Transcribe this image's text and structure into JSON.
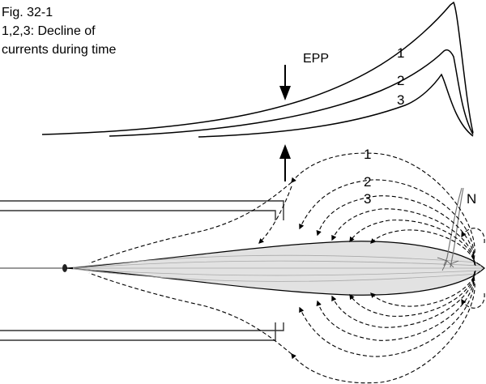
{
  "figure": {
    "caption_lines": [
      "Fig. 32-1",
      "1,2,3: Decline of",
      "currents during time"
    ],
    "epp_label": "EPP",
    "trace_labels": [
      "1",
      "2",
      "3"
    ],
    "field_labels": [
      "1",
      "2",
      "3"
    ],
    "nerve_label": "N"
  },
  "colors": {
    "ink": "#000000",
    "fiber_fill": "#e2e2e2",
    "fiber_lines": "#a9a9a9",
    "wall": "#333333"
  },
  "icons": {
    "down_arrow": "arrow-down-icon",
    "up_arrow": "arrow-up-icon"
  }
}
